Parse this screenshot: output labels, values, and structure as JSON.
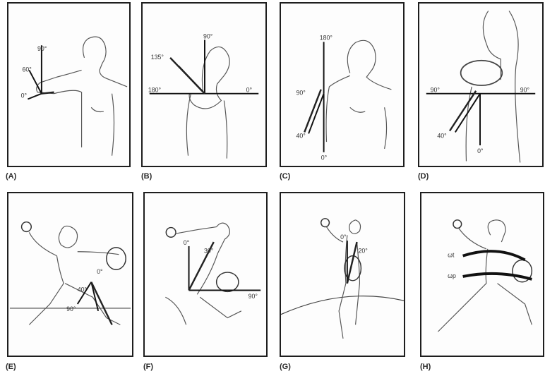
{
  "panels": [
    {
      "label": "(A)",
      "angles": [
        "90°",
        "60°",
        "0°"
      ]
    },
    {
      "label": "(B)",
      "angles": [
        "90°",
        "135°",
        "180°",
        "0°"
      ]
    },
    {
      "label": "(C)",
      "angles": [
        "180°",
        "90°",
        "40°",
        "0°"
      ]
    },
    {
      "label": "(D)",
      "angles": [
        "90°",
        "90°",
        "40°",
        "0°"
      ]
    },
    {
      "label": "(E)",
      "angles": [
        "0°",
        "40°",
        "90°"
      ]
    },
    {
      "label": "(F)",
      "angles": [
        "0°",
        "30°",
        "90°"
      ]
    },
    {
      "label": "(G)",
      "angles": [
        "0°",
        "20°"
      ]
    },
    {
      "label": "(H)",
      "angles": [
        "ωt",
        "ωp"
      ]
    }
  ]
}
